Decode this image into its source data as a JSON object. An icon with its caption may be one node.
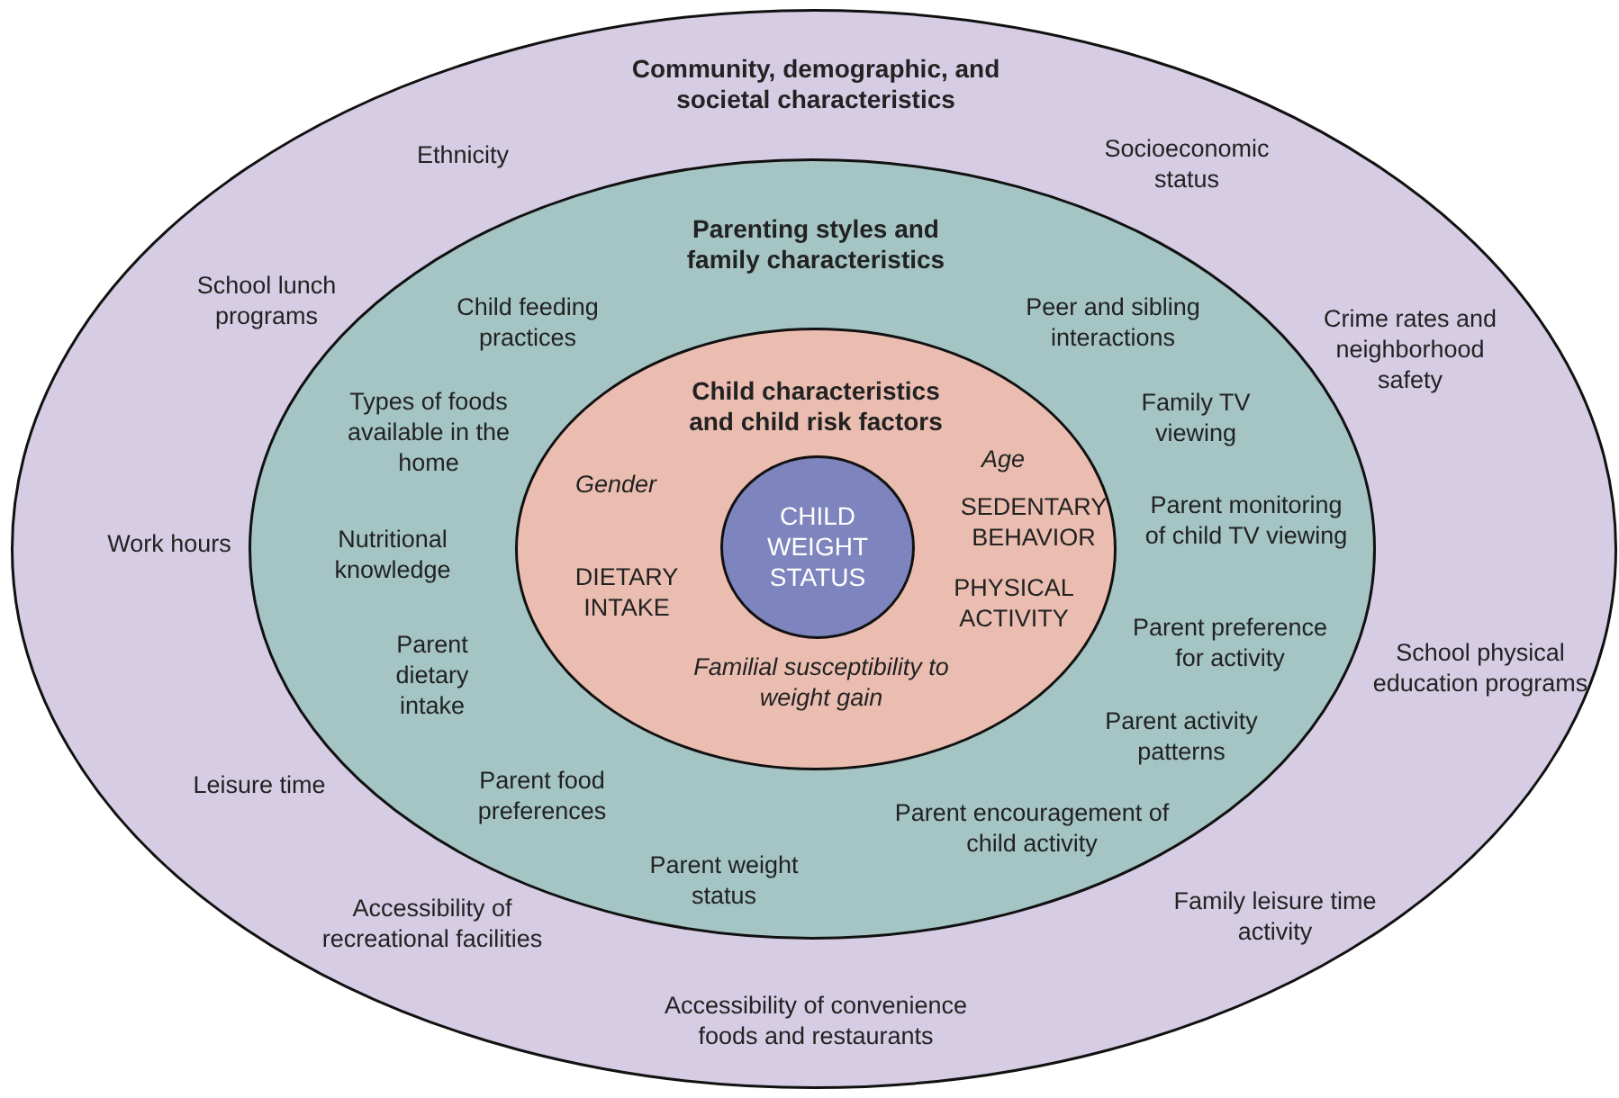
{
  "diagram": {
    "nodes": [
      {
        "text": [
          "Community, demographic, and societal characteristics",
          "Ethnicity",
          "Socioeconomic status",
          "School lunch programs",
          "Crime rates and neighborhood safety",
          "Work hours",
          "School physical education programs",
          "Leisure time",
          "Accessibility of recreational facilities",
          "Family leisure time activity",
          "Accessibility of convenience foods and restaurants"
        ]
      },
      {
        "text": [
          "Parenting styles and family characteristics",
          "Child feeding practices",
          "Peer and sibling interactions",
          "Types of foods available in the home",
          "Family TV viewing",
          "Parent monitoring of child TV viewing",
          "Nutritional knowledge",
          "Parent preference for activity",
          "Parent dietary intake",
          "Parent activity patterns",
          "Parent food preferences",
          "Parent encouragement of child activity",
          "Parent weight status"
        ],
        "in": 0
      },
      {
        "text": [
          "Child characteristics and child risk factors",
          "Age",
          "Gender",
          "SEDENTARY BEHAVIOR",
          "DIETARY INTAKE",
          "PHYSICAL ACTIVITY",
          "Familial susceptibility to weight gain"
        ],
        "in": 1
      },
      {
        "text": [
          "CHILD WEIGHT STATUS"
        ],
        "in": 2
      }
    ]
  }
}
